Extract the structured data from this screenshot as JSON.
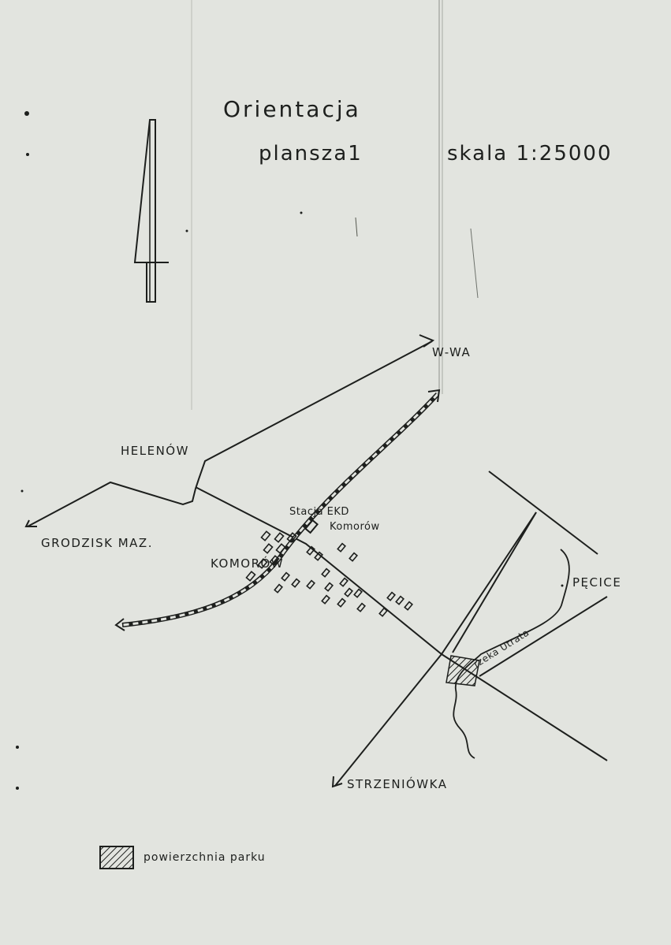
{
  "map": {
    "title": "Orientacja",
    "sheet": "plansza1",
    "scale": "skala 1:25000",
    "places": {
      "w_wa": "W-WA",
      "helenow": "HELENÓW",
      "grodzisk": "GRODZISK MAZ.",
      "komorow": "KOMORÓW",
      "station_line1": "Stacja EKD",
      "station_line2": "Komorów",
      "pecice": "PĘCICE",
      "river": "rzeka Utrata",
      "strzeniowka": "STRZENIÓWKA"
    },
    "legend": {
      "park": "powierzchnia parku"
    },
    "icons": {
      "north": "north-arrow-icon",
      "park_hatch": "hatch-pattern-icon"
    },
    "colors": {
      "paper": "#e2e4df",
      "ink": "#1d1f1d"
    }
  }
}
